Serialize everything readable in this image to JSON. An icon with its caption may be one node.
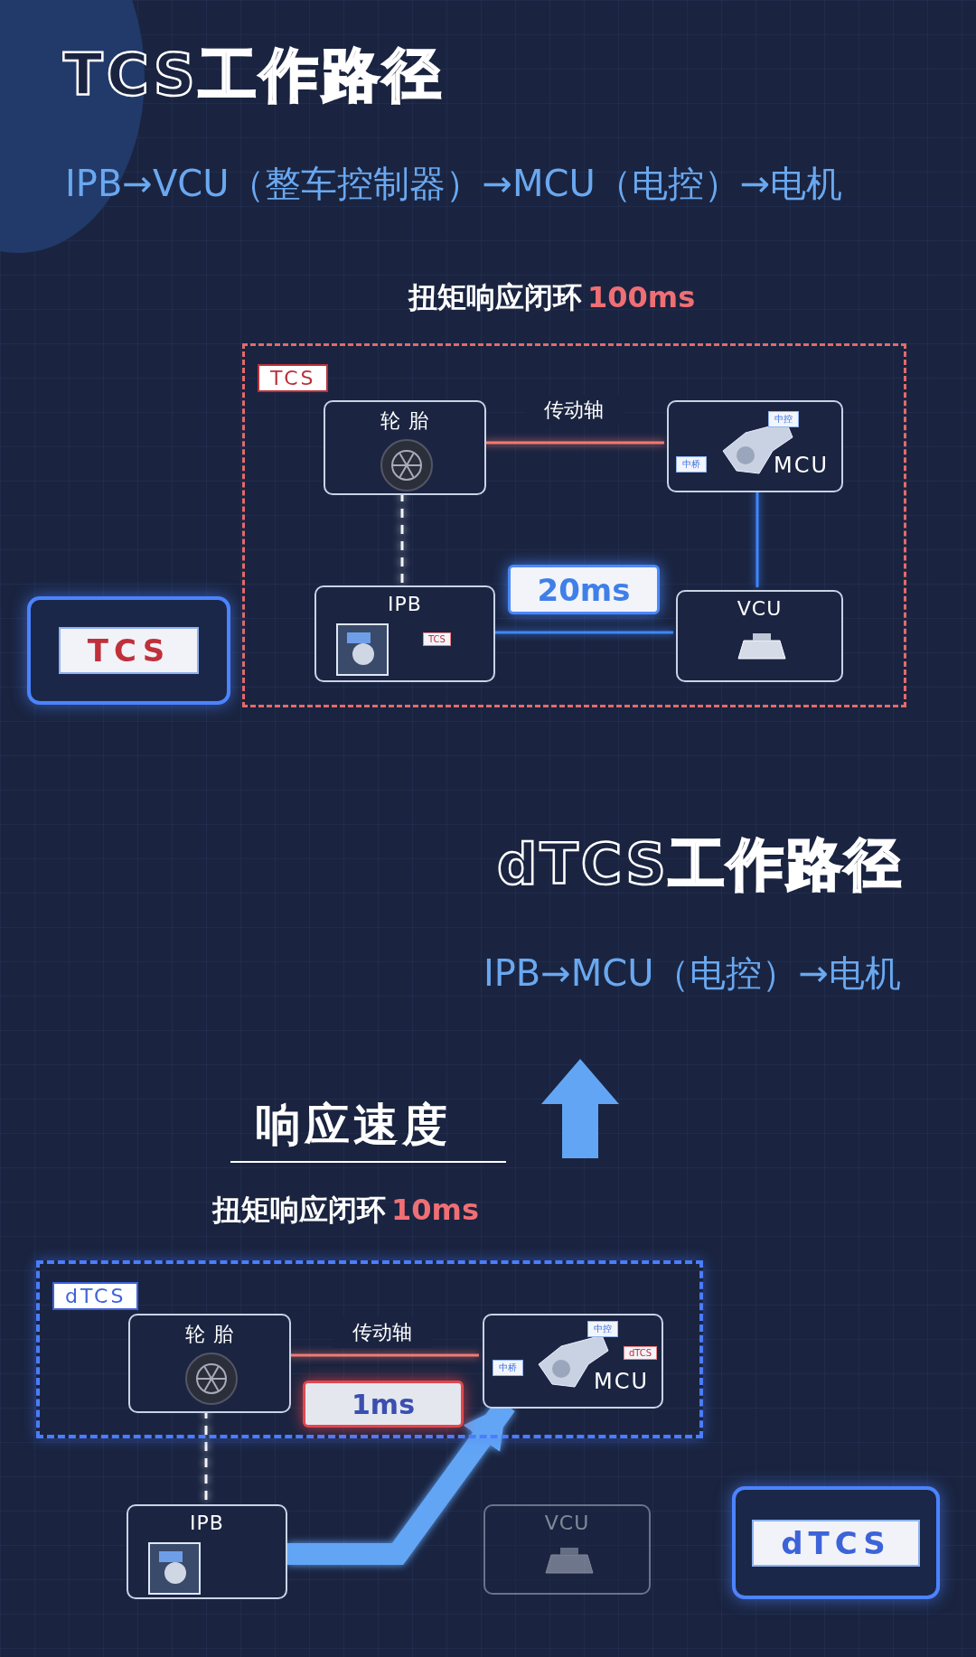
{
  "diagram": {
    "title": "TCS工作路径",
    "nodes": [
      {
        "text": [
          "TCS"
        ]
      },
      {
        "text": [
          "轮 胎"
        ],
        "in": 0
      },
      {
        "text": [
          "MCU"
        ],
        "in": 0
      },
      {
        "text": [
          "IPB"
        ],
        "in": 0
      },
      {
        "text": [
          "VCU"
        ],
        "in": 0
      },
      {
        "text": [
          "TCS"
        ]
      },
      {
        "text": [
          "dTCS"
        ]
      },
      {
        "text": [
          "轮 胎"
        ],
        "in": 6
      },
      {
        "text": [
          "MCU"
        ],
        "in": 6
      },
      {
        "text": [
          "IPB"
        ]
      },
      {
        "text": [
          "VCU"
        ]
      },
      {
        "text": [
          "dTCS"
        ]
      }
    ],
    "edges": [
      {
        "from": 1,
        "to": 2,
        "arrow": "none",
        "label": "传动轴",
        "color": "#f27a72"
      },
      {
        "from": 1,
        "to": 3,
        "arrow": "none",
        "style": "dashed",
        "color": "#f2f4f8"
      },
      {
        "from": 3,
        "to": 4,
        "arrow": "none",
        "label": "20ms",
        "color": "#3f86ff"
      },
      {
        "from": 4,
        "to": 2,
        "arrow": "none",
        "color": "#3f86ff"
      },
      {
        "from": 7,
        "to": 8,
        "arrow": "none",
        "label": "传动轴",
        "color": "#f27a72"
      },
      {
        "from": 7,
        "to": 9,
        "arrow": "none",
        "style": "dashed",
        "color": "#f2f4f8"
      },
      {
        "from": 9,
        "to": 8,
        "arrow": "to",
        "style": "thick",
        "label": "1ms",
        "color": "#62a5f5"
      }
    ],
    "labels": [
      "IPB→VCU（整车控制器）→MCU（电控）→电机",
      "扭矩响应闭环",
      "100ms",
      "中控",
      "中桥",
      "TCS",
      "dTCS工作路径",
      "IPB→MCU（电控）→电机",
      "响应速度",
      "扭矩响应闭环",
      "10ms",
      "中控",
      "dTCS",
      "中桥"
    ]
  }
}
